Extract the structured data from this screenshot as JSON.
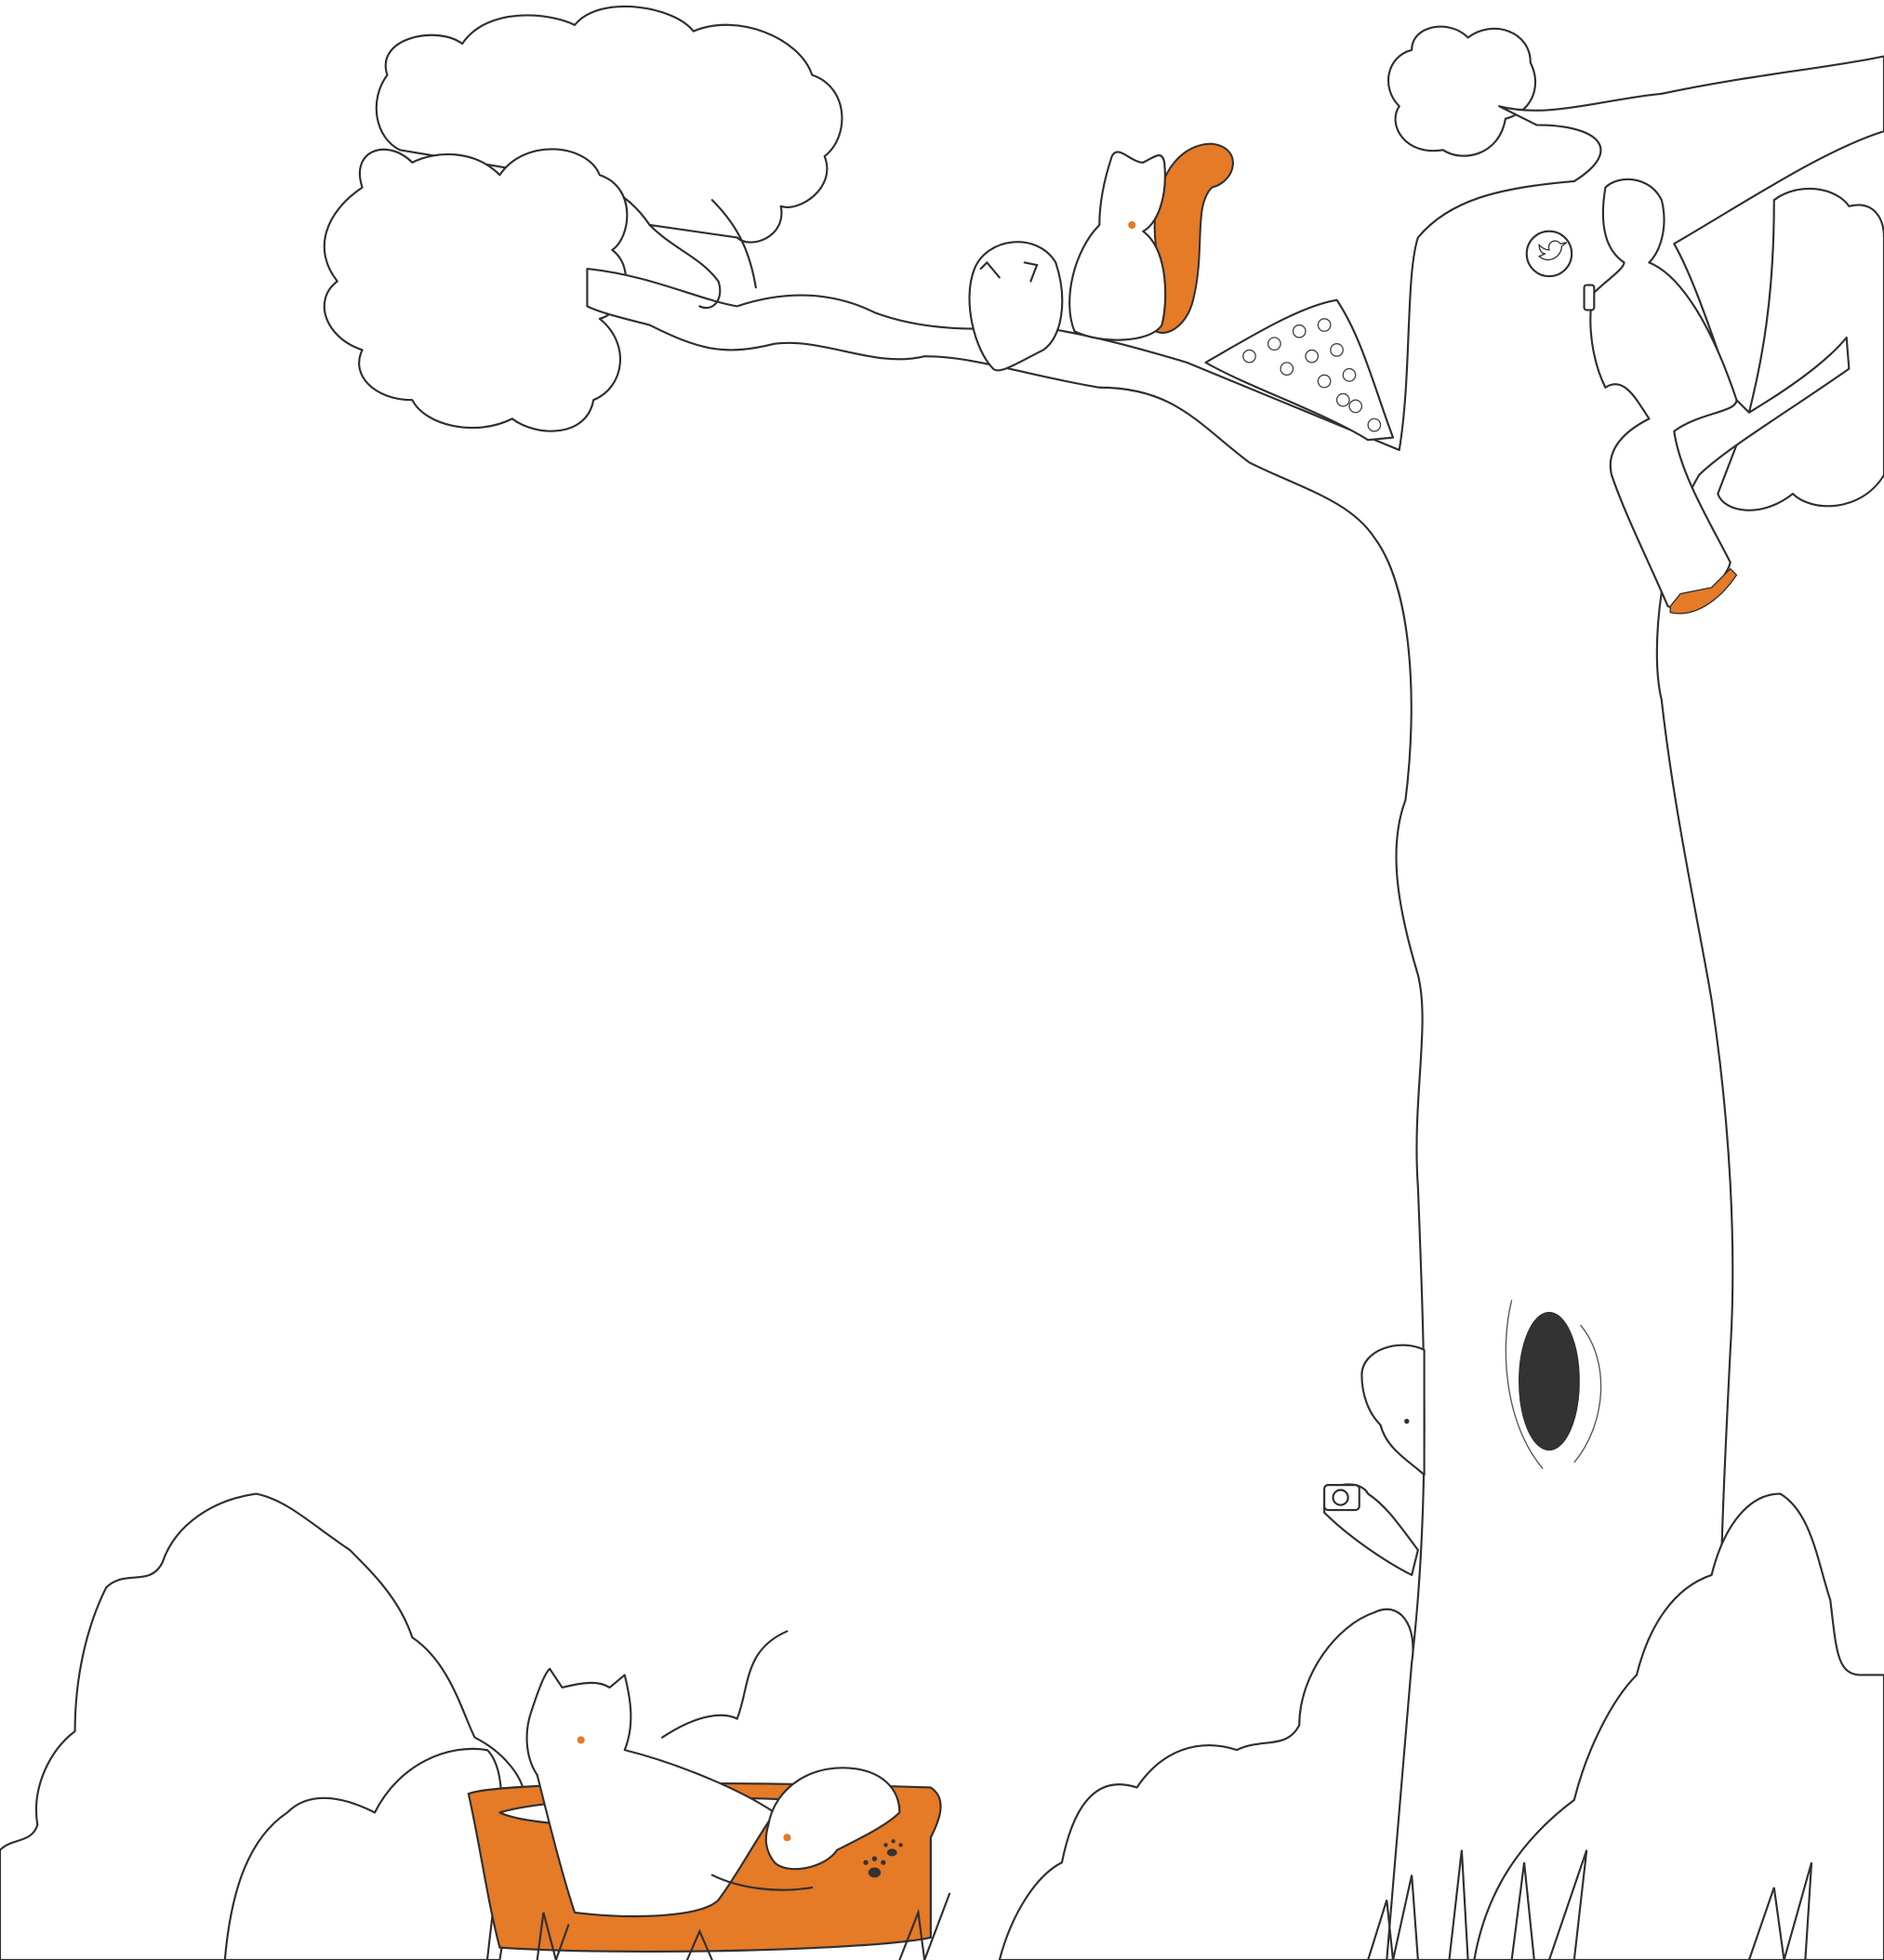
{
  "illustration": {
    "colors": {
      "accent": "#e57a27",
      "line": "#2f2f2f",
      "background": "#ffffff",
      "hole": "#333333"
    },
    "elements": [
      "tree",
      "foliage",
      "squirrel",
      "pet-bed",
      "cat",
      "dog",
      "man-on-branch",
      "man-with-camera",
      "bushes",
      "grass",
      "nut-pile",
      "tree-hollow"
    ],
    "icons": [
      "twitter-bird-icon",
      "paw-print-icon",
      "camera-icon",
      "phone-icon"
    ]
  }
}
